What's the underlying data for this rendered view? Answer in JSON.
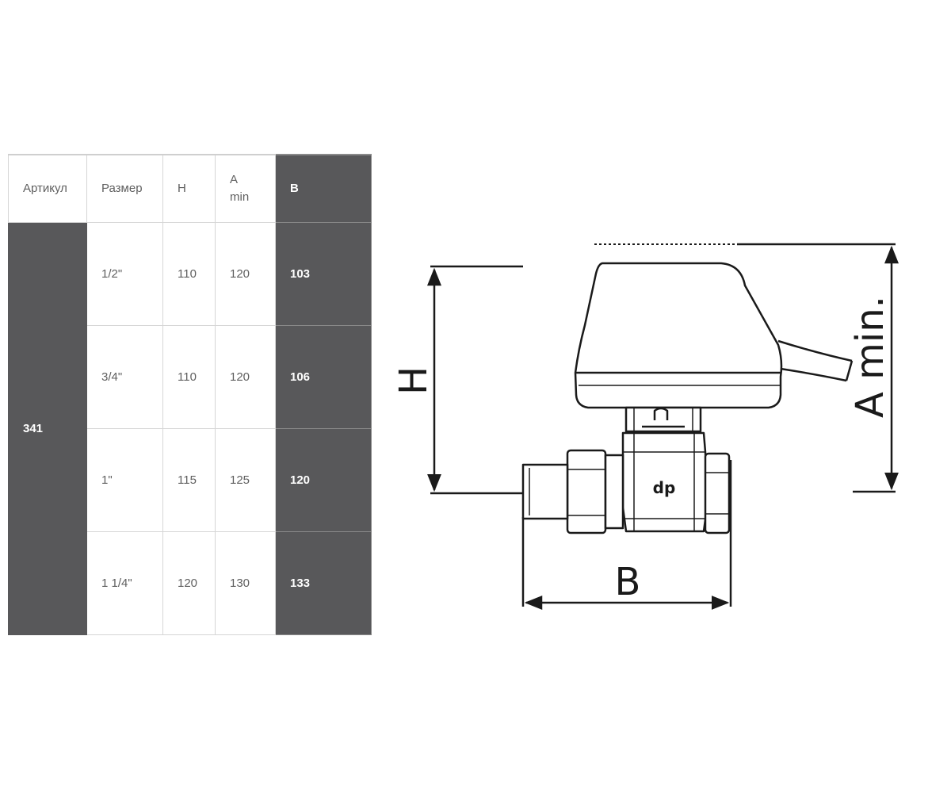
{
  "table": {
    "headers": {
      "article": "Артикул",
      "size": "Размер",
      "h": "H",
      "a_line1": "A",
      "a_line2": "min",
      "b": "B"
    },
    "article": "341",
    "rows": [
      {
        "size": "1/2\"",
        "h": "110",
        "a": "120",
        "b": "103"
      },
      {
        "size": "3/4\"",
        "h": "110",
        "a": "120",
        "b": "106"
      },
      {
        "size": "1\"",
        "h": "115",
        "a": "125",
        "b": "120"
      },
      {
        "size": "1 1/4\"",
        "h": "120",
        "a": "130",
        "b": "133"
      }
    ]
  },
  "drawing": {
    "label_h": "H",
    "label_a": "A min.",
    "label_b": "B",
    "logo": "dp",
    "colors": {
      "line": "#1a1a1a",
      "dark_cell": "#58585a",
      "border": "#d6d6d6"
    }
  }
}
